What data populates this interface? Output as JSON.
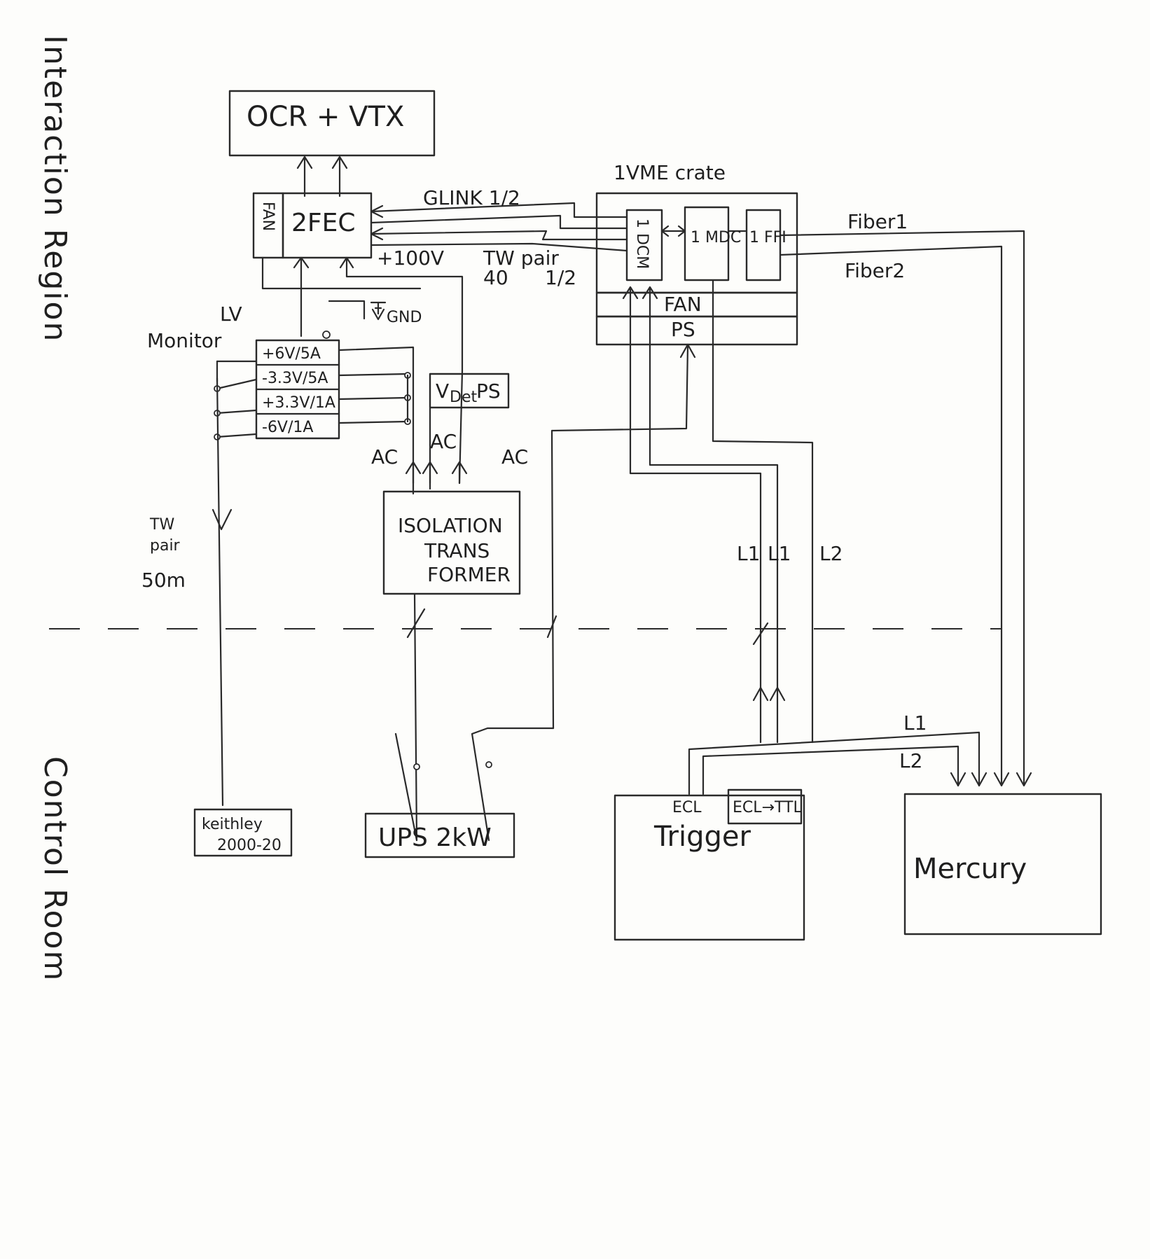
{
  "regions": {
    "interaction": "Interaction Region",
    "control": "Control Room"
  },
  "blocks": {
    "ocr_vtx": "OCR + VTX",
    "fan_small": "FAN",
    "fec": "2FEC",
    "vme_crate": "1VME crate",
    "dcm": "1 DCM",
    "mdc": "1 MDC",
    "ffi": "1 FFI",
    "fan": "FAN",
    "ps": "PS",
    "lv_monitor_1": "LV",
    "lv_monitor_2": "Monitor",
    "lv_rows": [
      "+6V/5A",
      "-3.3V/5A",
      "+3.3V/1A",
      "-6V/1A"
    ],
    "vdet_ps_main": "V",
    "vdet_ps_sub": "Det",
    "vdet_ps_tail": "PS",
    "isolation_1": "ISOLATION",
    "isolation_2": "TRANS",
    "isolation_3": "FORMER",
    "keithley_1": "keithley",
    "keithley_2": "2000-20",
    "ups": "UPS 2kW",
    "trigger": "Trigger",
    "ecl": "ECL",
    "ecl_ttl": "ECL→TTL",
    "mercury": "Mercury"
  },
  "labels": {
    "glink": "GLINK 1/2",
    "hv": "+100V",
    "tw_pair_40_a": "TW pair",
    "tw_pair_40_b": "40",
    "tw_pair_40_c": "1/2",
    "gnd": "GND",
    "ac1": "AC",
    "ac2": "AC",
    "ac3": "AC",
    "tw_pair_50_a": "TW",
    "tw_pair_50_b": "pair",
    "tw_pair_50_c": "50m",
    "fiber1": "Fiber1",
    "fiber2": "Fiber2",
    "l1a": "L1",
    "l1b": "L1",
    "l2a": "L2",
    "l1_bottom": "L1",
    "l2_bottom": "L2"
  }
}
